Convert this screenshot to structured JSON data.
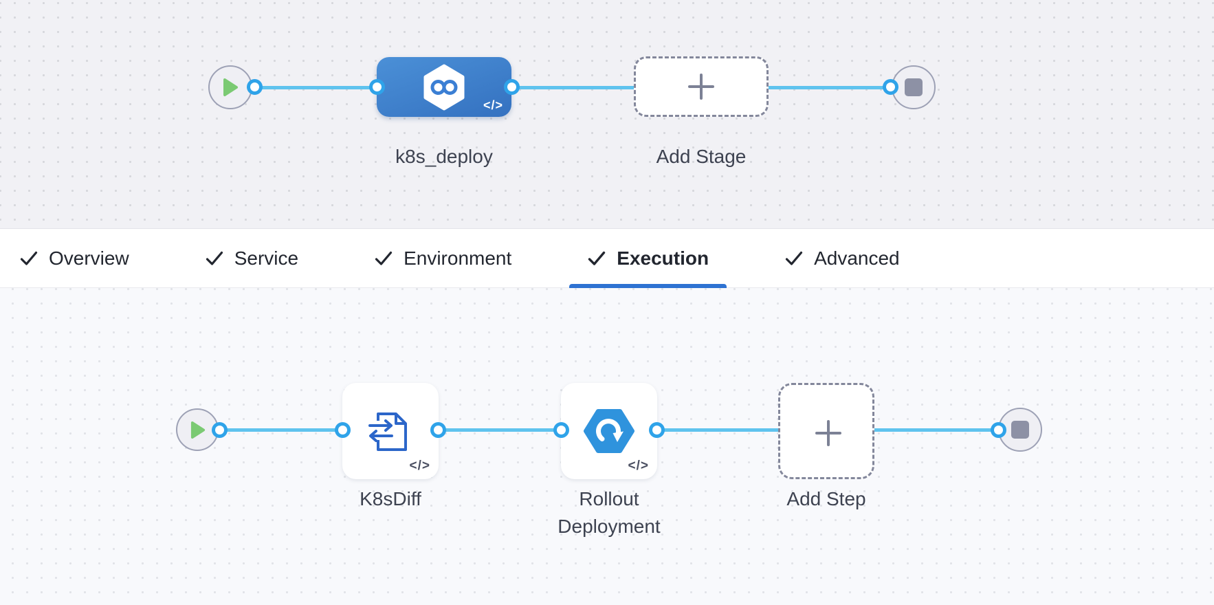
{
  "stage_pipeline": {
    "stage_label": "k8s_deploy",
    "stage_code_badge": "</>",
    "add_stage_label": "Add Stage"
  },
  "tab_bar": {
    "tabs": [
      {
        "label": "Overview",
        "checked": true,
        "active": false
      },
      {
        "label": "Service",
        "checked": true,
        "active": false
      },
      {
        "label": "Environment",
        "checked": true,
        "active": false
      },
      {
        "label": "Execution",
        "checked": true,
        "active": true
      },
      {
        "label": "Advanced",
        "checked": true,
        "active": false
      }
    ]
  },
  "execution_pipeline": {
    "steps": [
      {
        "label": "K8sDiff",
        "code_badge": "</>",
        "icon": "k8s-diff-icon"
      },
      {
        "label": "Rollout Deployment",
        "code_badge": "</>",
        "icon": "rollout-deployment-icon"
      }
    ],
    "add_step_label": "Add Step"
  },
  "icons": {
    "play-icon": "green triangle",
    "stop-icon": "gray rounded square",
    "harness-stage-icon": "white hexagon with blue infinity loop",
    "k8s-diff-icon": "blue document outline with swap arrows",
    "rollout-deployment-icon": "blue hexagon with white circular arrow",
    "plus-icon": "plus cross",
    "check-icon": "checkmark",
    "code-view-icon": "</>"
  },
  "colors": {
    "stage_node_blue": "#3f7fca",
    "connector_line": "#5fc3ee",
    "port_ring": "#2fa3e9",
    "active_tab_underline": "#2e72d2",
    "play_green": "#7bca73",
    "stop_gray": "#8d91a5",
    "diff_icon_blue": "#2c66c9",
    "rollout_icon_blue": "#2f93dd",
    "canvas_top_bg": "#f1f1f5",
    "canvas_bottom_bg": "#f8f9fc"
  }
}
